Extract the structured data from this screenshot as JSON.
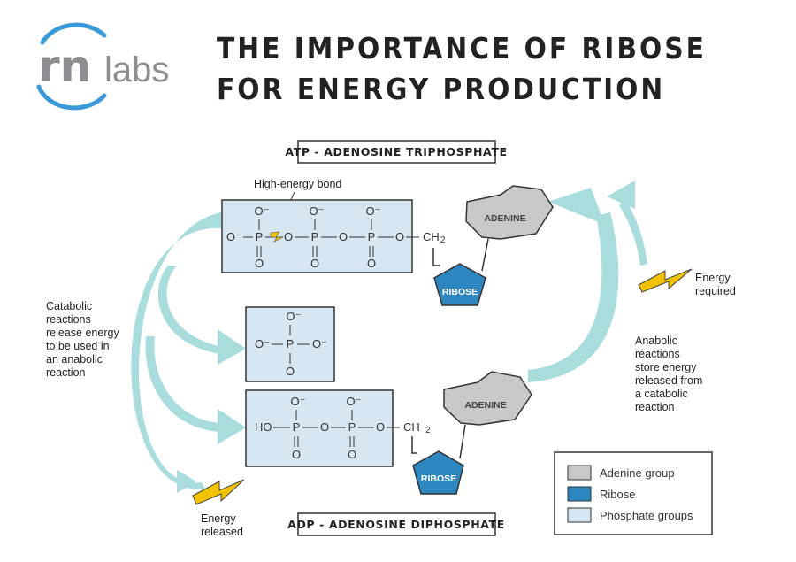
{
  "logo": {
    "rn": "rn",
    "labs": "labs"
  },
  "title": {
    "line1": "THE IMPORTANCE OF RIBOSE",
    "line2": "FOR ENERGY PRODUCTION"
  },
  "atp": {
    "heading": "ATP - ADENOSINE TRIPHOSPHATE",
    "bond_label": "High-energy bond",
    "top_groups": [
      "O⁻",
      "O⁻",
      "O⁻"
    ],
    "chain": {
      "start": "O⁻",
      "p": "P",
      "o": "O",
      "ch": "CH",
      "sub": "2"
    },
    "bottom_groups": [
      "O",
      "O",
      "O"
    ],
    "adenine": "ADENINE",
    "ribose": "RIBOSE"
  },
  "phosphate": {
    "top": "O⁻",
    "left": "O⁻",
    "p": "P",
    "right": "O⁻",
    "bottom": "O"
  },
  "adp": {
    "heading": "ADP - ADENOSINE DIPHOSPHATE",
    "top_groups": [
      "O⁻",
      "O⁻"
    ],
    "chain": {
      "start": "HO",
      "p": "P",
      "o": "O",
      "ch": "CH",
      "sub": "2"
    },
    "bottom_groups": [
      "O",
      "O"
    ],
    "adenine": "ADENINE",
    "ribose": "RIBOSE"
  },
  "notes": {
    "catabolic": [
      "Catabolic",
      "reactions",
      "release energy",
      "to be used in",
      "an anabolic",
      "reaction"
    ],
    "anabolic": [
      "Anabolic",
      "reactions",
      "store energy",
      "released from",
      "a catabolic",
      "reaction"
    ],
    "energy_required": [
      "Energy",
      "required"
    ],
    "energy_released": [
      "Energy",
      "released"
    ]
  },
  "legend": {
    "items": [
      {
        "label": "Adenine group",
        "color": "#c6c8ca"
      },
      {
        "label": "Ribose",
        "color": "#2e86c1"
      },
      {
        "label": "Phosphate groups",
        "color": "#d6e6f3"
      }
    ]
  },
  "colors": {
    "arrow": "#a9dcdc",
    "phosphate_fill": "#d6e6f3",
    "ribose_fill": "#2e86c1",
    "adenine_fill": "#c6c8ca",
    "bolt": "#f2c200",
    "logo_blue": "#3a9ad9",
    "logo_gray": "#8c8e91"
  }
}
